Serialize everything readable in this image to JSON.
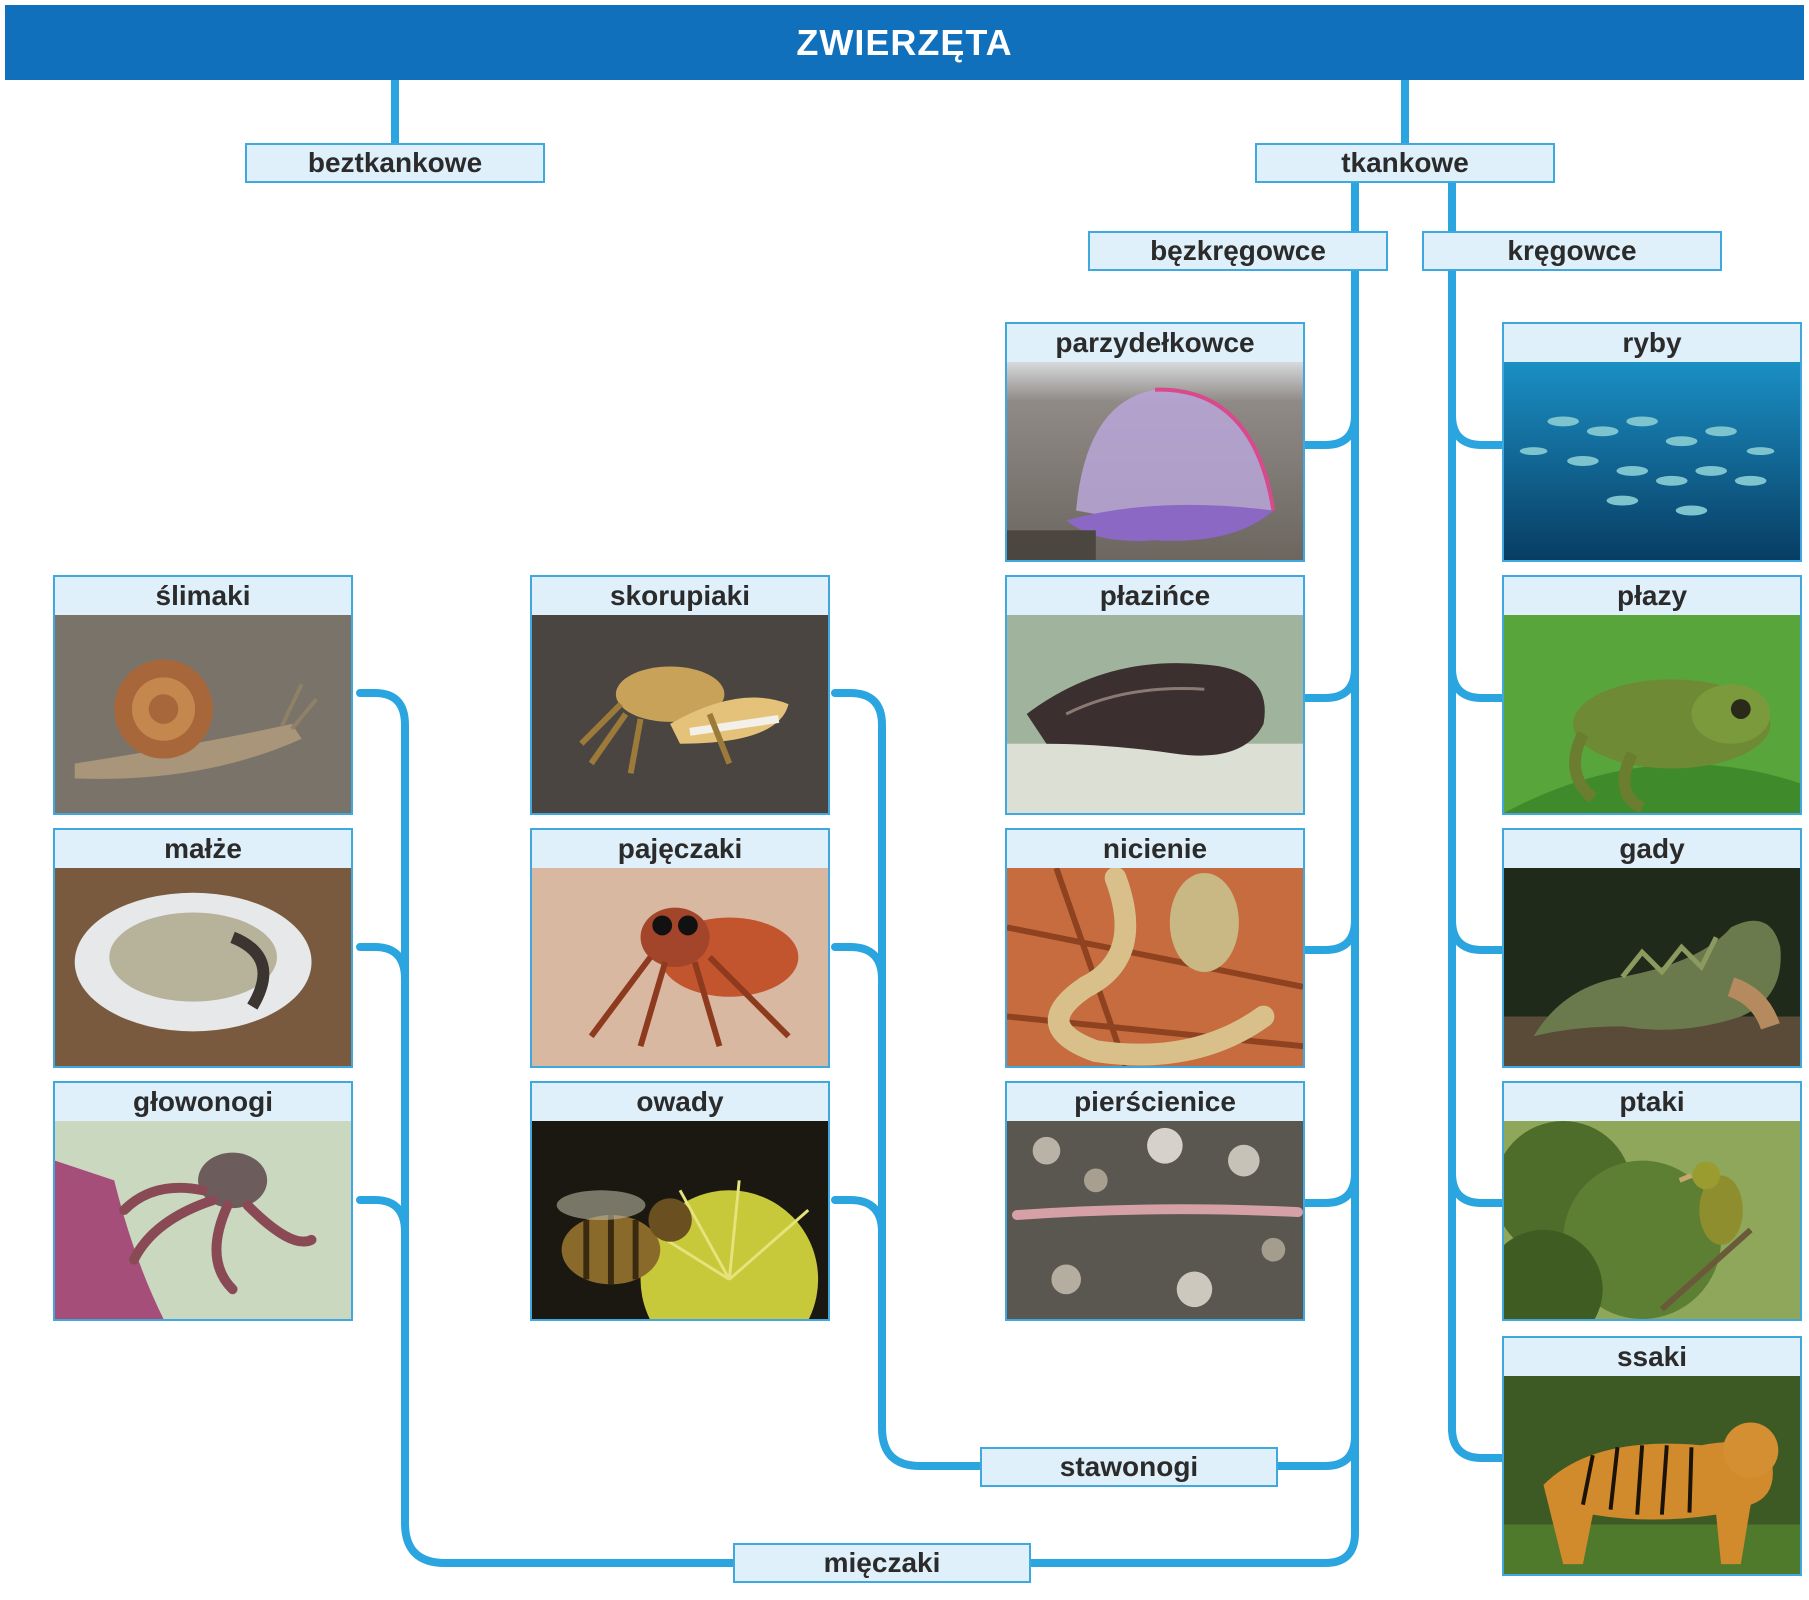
{
  "root": {
    "title": "ZWIERZĘTA"
  },
  "groups": {
    "beztkankowe": "beztkankowe",
    "tkankowe": "tkankowe",
    "bezkregowce": "bęzkręgowce",
    "kregowce": "kręgowce",
    "stawonogi": "stawonogi",
    "mieczaki": "mięczaki"
  },
  "cards": {
    "parzydelkowce": "parzydełkowce",
    "plazince": "płazińce",
    "nicienie": "nicienie",
    "pierscienice": "pierścienice",
    "slimaki": "ślimaki",
    "malze": "małże",
    "glowonogi": "głowonogi",
    "skorupiaki": "skorupiaki",
    "pajeczaki": "pajęczaki",
    "owady": "owady",
    "ryby": "ryby",
    "plazy": "płazy",
    "gady": "gady",
    "ptaki": "ptaki",
    "ssaki": "ssaki"
  },
  "colors": {
    "header": "#1070bb",
    "connector": "#2aa5df",
    "label_fill": "#dff0fb",
    "label_border": "#3fa9df"
  },
  "icons": {
    "parzydelkowce": "jellyfish-photo-icon",
    "plazince": "flatworm-photo-icon",
    "nicienie": "nematode-photo-icon",
    "pierscienice": "earthworm-photo-icon",
    "slimaki": "snail-photo-icon",
    "malze": "oyster-photo-icon",
    "glowonogi": "octopus-photo-icon",
    "skorupiaki": "crab-photo-icon",
    "pajeczaki": "spider-photo-icon",
    "owady": "bee-photo-icon",
    "ryby": "fish-photo-icon",
    "plazy": "frog-photo-icon",
    "gady": "iguana-photo-icon",
    "ptaki": "bird-photo-icon",
    "ssaki": "tiger-photo-icon"
  }
}
